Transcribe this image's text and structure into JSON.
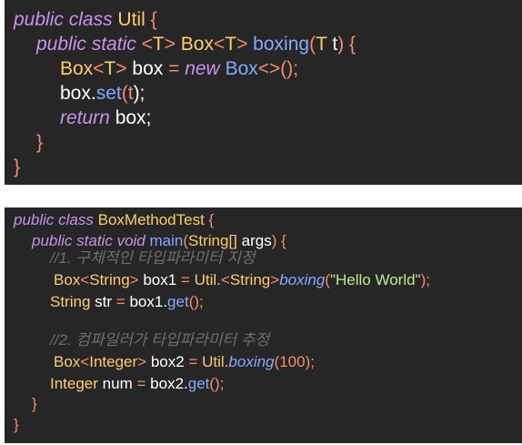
{
  "code1": {
    "l1": {
      "kw1": "public",
      "kw2": "class",
      "name": "Util",
      "brace": "{"
    },
    "l2": {
      "kw1": "public",
      "kw2": "static",
      "tp_open": "<",
      "tp": "T",
      "tp_close": ">",
      "ret": "Box",
      "ret_tp_open": "<",
      "ret_tp": "T",
      "ret_tp_close": ">",
      "fn": "boxing",
      "paren_open": "(",
      "ptype": "T",
      "pname": "t",
      "paren_close": ")",
      "brace": "{"
    },
    "l3": {
      "type": "Box",
      "tp_open": "<",
      "tp": "T",
      "tp_close": ">",
      "var": "box",
      "eq": "=",
      "kw": "new",
      "ctor": "Box",
      "diamond": "<>",
      "call": "();"
    },
    "l4": {
      "var": "box",
      "dot": ".",
      "fn": "set",
      "arg_open": "(",
      "arg": "t",
      "arg_close": ");"
    },
    "l5": {
      "kw": "return",
      "var": "box",
      "semi": ";"
    },
    "l6": {
      "brace": "}"
    },
    "l7": {
      "brace": "}"
    }
  },
  "code2": {
    "l1": {
      "kw1": "public",
      "kw2": "class",
      "name": "BoxMethodTest",
      "brace": "{"
    },
    "l2": {
      "kw1": "public",
      "kw2": "static",
      "kw3": "void",
      "fn": "main",
      "paren_open": "(",
      "ptype": "String[]",
      "pname": "args",
      "paren_close": ")",
      "brace": "{"
    },
    "l3": {
      "comment": "//1. 구체적인 타입파라미터 지정"
    },
    "l4": {
      "type": "Box",
      "tp_open": "<",
      "tp": "String",
      "tp_close": ">",
      "var": "box1",
      "eq": "=",
      "cls": "Util.",
      "gt_open": "<",
      "gt": "String",
      "gt_close": ">",
      "fn": "boxing",
      "arg_open": "(",
      "arg": "\"Hello World\"",
      "arg_close": ");"
    },
    "l5": {
      "type": "String",
      "var": "str",
      "eq": "=",
      "obj": "box1.",
      "fn": "get",
      "call": "();"
    },
    "l6": {
      "comment": "//2. 컴파일러가 타입파라미터 추정"
    },
    "l7": {
      "type": "Box",
      "tp_open": "<",
      "tp": "Integer",
      "tp_close": ">",
      "var": "box2",
      "eq": "=",
      "cls": "Util.",
      "fn": "boxing",
      "arg_open": "(",
      "arg": "100",
      "arg_close": ");"
    },
    "l8": {
      "type": "Integer",
      "var": "num",
      "eq": "=",
      "obj": "box2.",
      "fn": "get",
      "call": "();"
    },
    "l9": {
      "brace": "}"
    },
    "l10": {
      "brace": "}"
    }
  },
  "colors": {
    "background": "#262626",
    "keyword": "#c792ea",
    "type": "#ffcb6b",
    "function": "#82aaff",
    "punctuation": "#f78c6c",
    "string": "#c3e88d",
    "comment": "#6e6e6e",
    "text": "#ffffff"
  }
}
